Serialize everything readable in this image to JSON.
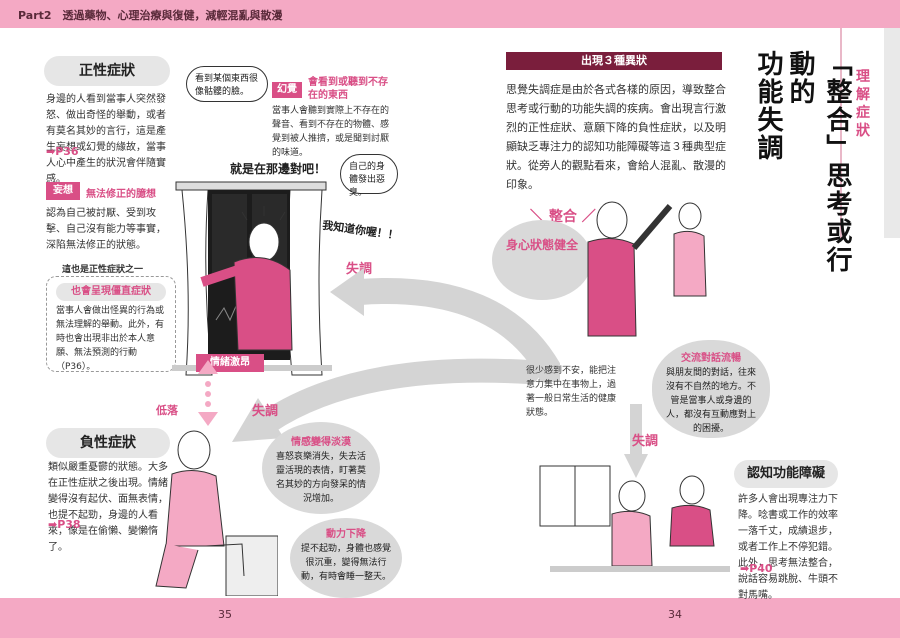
{
  "header": {
    "title": "Part2　透過藥物、心理治療與復健，減輕混亂與散漫"
  },
  "side_tab": {
    "label": "理解症狀"
  },
  "page_numbers": {
    "left": "35",
    "right": "34"
  },
  "positive": {
    "title": "正性症狀",
    "body": "身邊的人看到當事人突然發怒、做出奇怪的舉動，或者有莫名其妙的言行，這是產生妄想或幻覺的緣故，當事人心中產生的狀況會伴隨實感。",
    "ref": "➡P36"
  },
  "delusion": {
    "tag": "妄想",
    "title": "無法修正的臆想",
    "body": "認為自己被討厭、受到攻擊、自己沒有能力等事實，深陷無法修正的狀態。"
  },
  "hallucination": {
    "tag": "幻覺",
    "title": "會看到或聽到不存在的東西",
    "body": "當事人會聽到實際上不存在的聲音、看到不存在的物體、感覺到被人推擠，或是聞到討厭的味道。"
  },
  "catatonia": {
    "intro": "這也是正性症狀之一",
    "title": "也會呈現僵直症狀",
    "body": "當事人會做出怪異的行為或無法理解的舉動。此外，有時也會出現非出於本人意願、無法預測的行動（P36）。"
  },
  "bubbles": {
    "b1": "看到某個東西很像骷髏的臉。",
    "b2": "自己的身體發出惡臭。",
    "shout1": "就是在那邊對吧！",
    "shout2": "我知道你喔！！"
  },
  "labels": {
    "emotion_surge": "情緒激昂",
    "low": "低落",
    "dysfunction1": "失調",
    "dysfunction2": "失調",
    "dysfunction3": "失調",
    "integration": "整合",
    "healthy_state": "身心狀態健全"
  },
  "negative": {
    "title": "負性症狀",
    "body": "類似嚴重憂鬱的狀態。大多在正性症狀之後出現。情緒變得沒有起伏、面無表情，也提不起勁，身邊的人看來，像是在偷懶、變懶惰了。",
    "ref": "➡P38"
  },
  "flat_affect": {
    "title": "情感變得淡漠",
    "body": "喜怒哀樂消失，失去活靈活現的表情，盯著莫名其妙的方向發呆的情況增加。"
  },
  "low_energy": {
    "title": "動力下降",
    "body": "提不起勁，身體也感覺很沉重，變得無法行動，有時會睡一整天。"
  },
  "right_page": {
    "section_bar": "出現３種異狀",
    "title_col1": "「整合」思考或行動的",
    "title_col2": "功能失調",
    "intro": "思覺失調症是由於各式各樣的原因，導致整合思考或行動的功能失調的疾病。會出現言行激烈的正性症狀、意願下降的負性症狀，以及明顯缺乏專注力的認知功能障礙等這３種典型症狀。從旁人的觀點看來，會給人混亂、散漫的印象。",
    "healthy_note": "很少感到不安，能把注意力集中在事物上，過著一般日常生活的健康狀態。"
  },
  "fluent_talk": {
    "title": "交流對話流暢",
    "body": "與朋友間的對話，往來沒有不自然的地方。不管是當事人或身邊的人，都沒有互動應對上的困擾。"
  },
  "cognitive": {
    "title": "認知功能障礙",
    "body": "許多人會出現專注力下降。唸書或工作的效率一落千丈，成績退步，或者工作上不停犯錯。此外，思考無法整合，說話容易跳脫、牛頭不對馬嘴。",
    "ref": "➡P40"
  },
  "colors": {
    "accent": "#d94f86",
    "band": "#f4a9c4",
    "pill": "#e6e6e6",
    "section_bar": "#7a1e3c"
  }
}
